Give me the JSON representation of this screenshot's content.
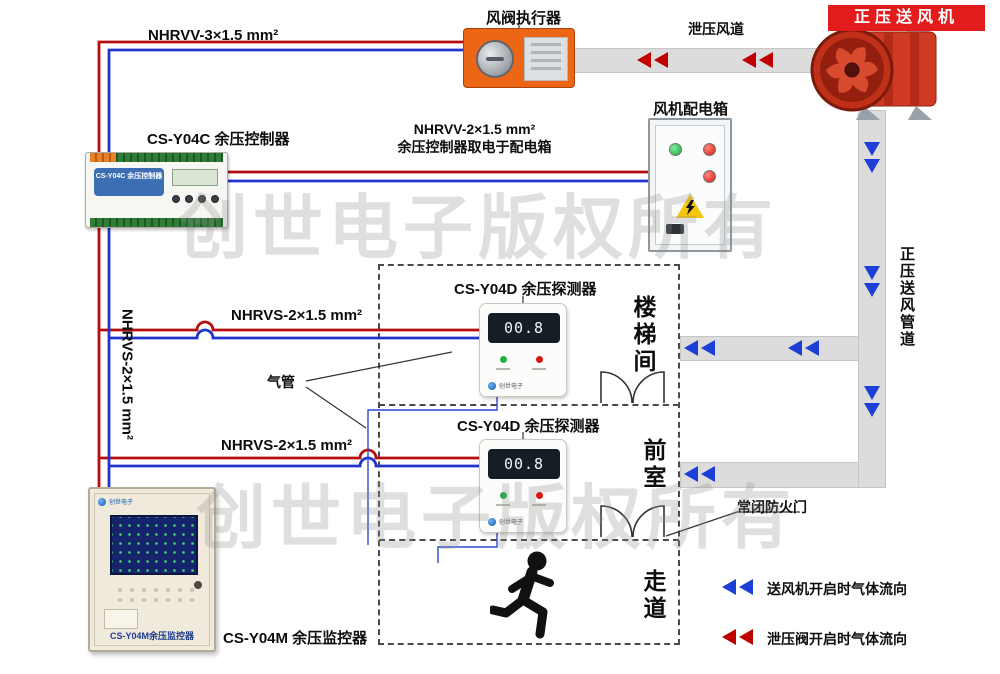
{
  "watermark": {
    "text": "创世电子版权所有"
  },
  "fan": {
    "title": "正压送风机"
  },
  "actuator": {
    "title": "风阀执行器"
  },
  "ducts": {
    "relief_label": "泄压风道",
    "supply_label": "正压送风管道"
  },
  "distribution_box": {
    "title": "风机配电箱"
  },
  "controller": {
    "title": "CS-Y04C 余压控制器",
    "panel_text": "CS-Y04C 余压控制器"
  },
  "cables": {
    "actuator_cable": "NHRVV-3×1.5 mm²",
    "power_cable_line1": "NHRVV-2×1.5 mm²",
    "power_cable_line2": "余压控制器取电于配电箱",
    "detector1_cable": "NHRVS-2×1.5 mm²",
    "detector2_cable": "NHRVS-2×1.5 mm²",
    "monitor_cable": "NHRVS-2×1.5 mm²",
    "air_tube_label": "气管"
  },
  "detectors": [
    {
      "title": "CS-Y04D 余压探测器",
      "reading": "00.8",
      "brand": "创世电子"
    },
    {
      "title": "CS-Y04D 余压探测器",
      "reading": "00.8",
      "brand": "创世电子"
    }
  ],
  "rooms": {
    "stairwell": "楼梯间",
    "front_room": "前室",
    "corridor": "走道",
    "fire_door_label": "常闭防火门"
  },
  "monitor": {
    "title": "CS-Y04M 余压监控器",
    "panel_label": "CS-Y04M余压监控器",
    "brand": "创世电子"
  },
  "legend": [
    {
      "color": "#1d3fd6",
      "text": "送风机开启时气体流向"
    },
    {
      "color": "#c00000",
      "text": "泄压阀开启时气体流向"
    }
  ],
  "colors": {
    "wire_red": "#b50d0d",
    "wire_blue": "#2135cc",
    "duct_gray": "#dcdcdc",
    "arrow_blue": "#1d3fd6",
    "arrow_red": "#c00000",
    "actuator_orange": "#ec6615",
    "fan_red": "#cf3a24",
    "fan_label_bg": "#e21c1c"
  }
}
